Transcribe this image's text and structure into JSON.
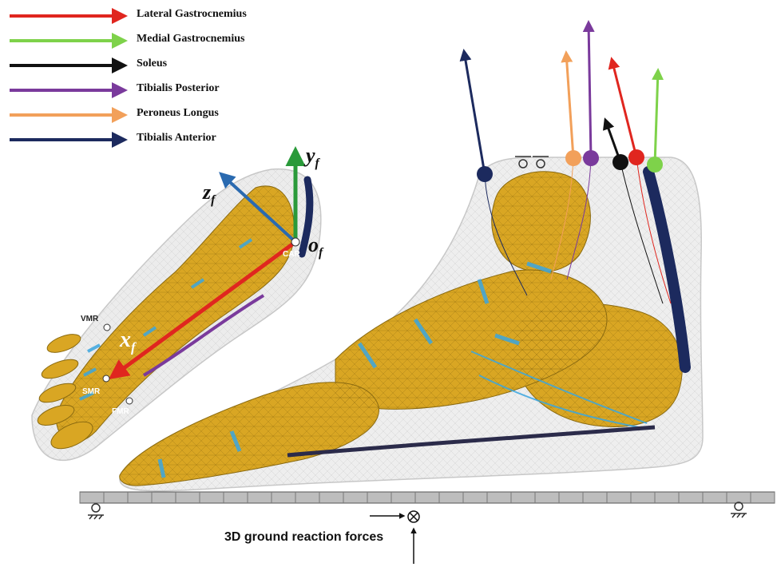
{
  "legend": [
    {
      "label": "Lateral Gastrocnemius",
      "color": "#e0261f"
    },
    {
      "label": "Medial Gastrocnemius",
      "color": "#7ed24a"
    },
    {
      "label": "Soleus",
      "color": "#111111"
    },
    {
      "label": "Tibialis Posterior",
      "color": "#7a3a9c"
    },
    {
      "label": "Peroneus Longus",
      "color": "#f2a05a"
    },
    {
      "label": "Tibialis Anterior",
      "color": "#1c2a5e"
    }
  ],
  "axes": {
    "x": "x",
    "x_sub": "f",
    "y": "y",
    "y_sub": "f",
    "z": "z",
    "z_sub": "f",
    "o": "o",
    "o_sub": "f"
  },
  "landmarks": {
    "car": "CAR",
    "vmr": "VMR",
    "smr": "SMR",
    "fmr": "FMR"
  },
  "ground_reaction": "3D ground reaction forces",
  "colors": {
    "bone": "#d9a623",
    "ligament": "#3aa6e0",
    "tendon": "#1c2a5e",
    "soft_tissue": "#e6e6e6",
    "plate": "#bdbdbd"
  },
  "icons": [
    "support-icon",
    "cross-force-icon"
  ]
}
